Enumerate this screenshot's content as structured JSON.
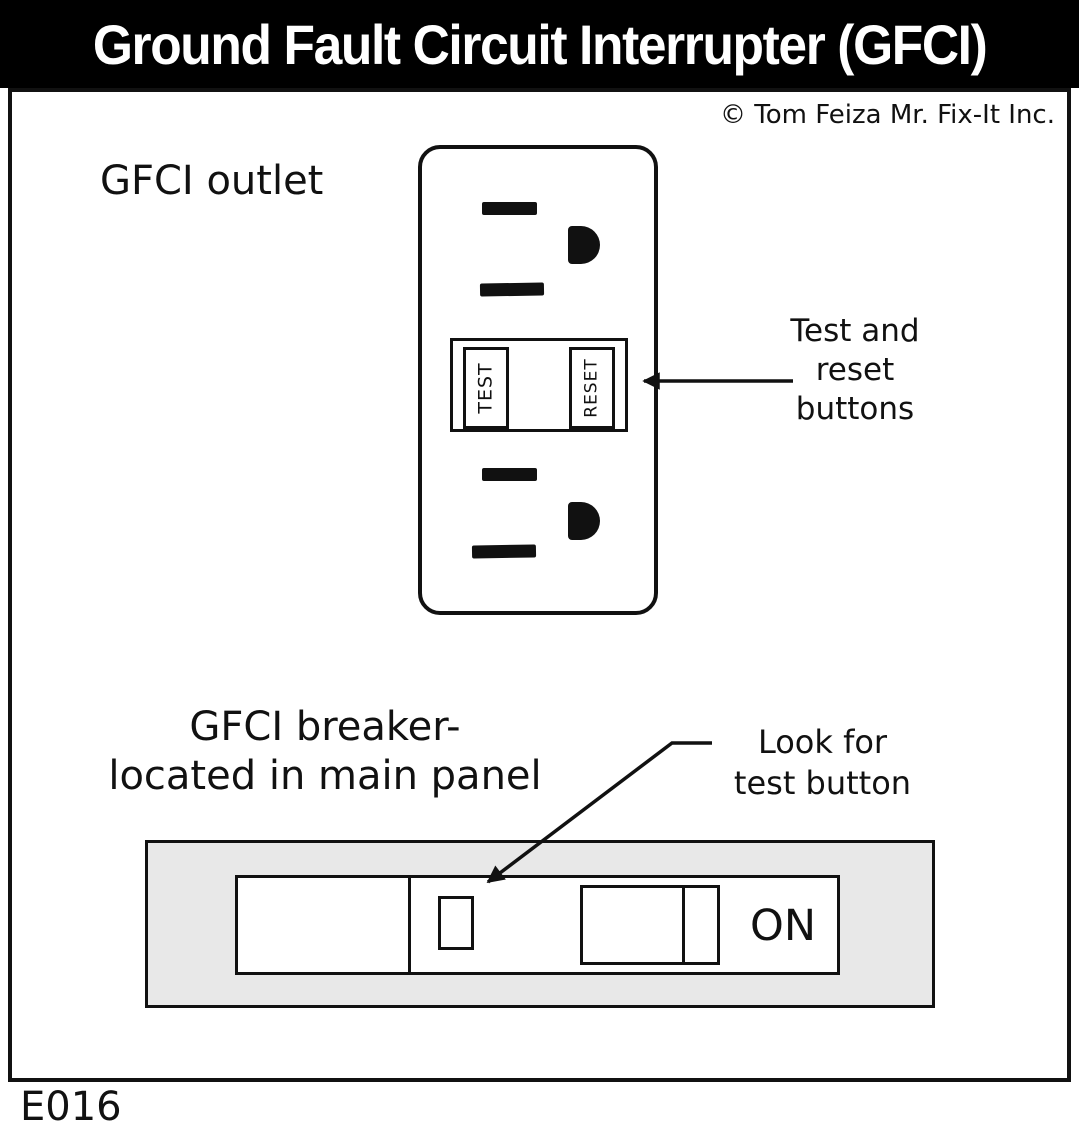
{
  "title": "Ground Fault Circuit Interrupter (GFCI)",
  "copyright": "© Tom Feiza Mr. Fix-It Inc.",
  "outlet": {
    "label": "GFCI outlet",
    "test_label": "TEST",
    "reset_label": "RESET"
  },
  "annotations": {
    "test_reset": {
      "line1": "Test and",
      "line2": "reset",
      "line3": "buttons"
    },
    "look_for": {
      "line1": "Look for",
      "line2": "test button"
    }
  },
  "breaker": {
    "label_line1": "GFCI breaker-",
    "label_line2": "located in main panel",
    "on_label": "ON"
  },
  "code": "E016",
  "colors": {
    "header_bg": "#000000",
    "header_text": "#ffffff",
    "ink": "#111111",
    "breaker_bg": "#e8e8e8",
    "paper": "#ffffff"
  }
}
